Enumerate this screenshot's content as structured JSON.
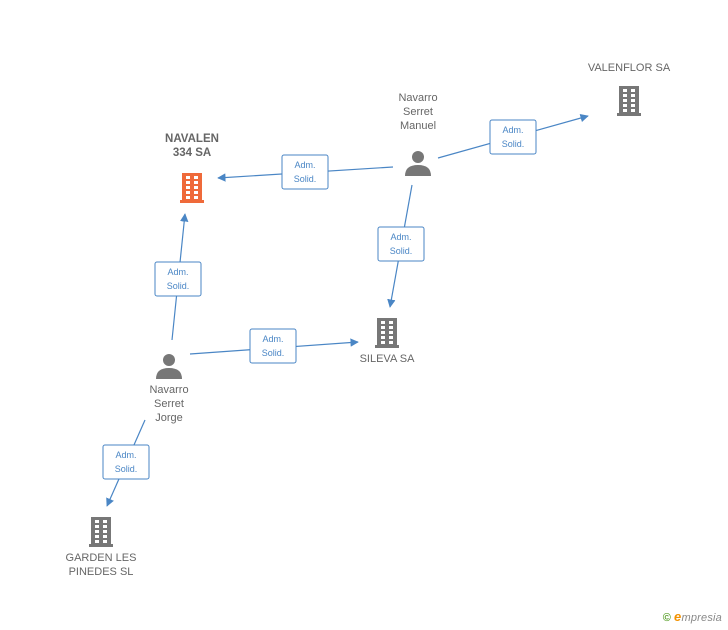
{
  "colors": {
    "focus": "#ef6a3a",
    "company": "#777777",
    "person": "#777777",
    "edge": "#4a86c5"
  },
  "nodes": [
    {
      "id": "navalen",
      "type": "company",
      "focus": true,
      "lines": [
        "NAVALEN",
        "334 SA"
      ]
    },
    {
      "id": "valenflor",
      "type": "company",
      "focus": false,
      "lines": [
        "VALENFLOR SA"
      ]
    },
    {
      "id": "manuel",
      "type": "person",
      "focus": false,
      "lines": [
        "Navarro",
        "Serret",
        "Manuel"
      ]
    },
    {
      "id": "sileva",
      "type": "company",
      "focus": false,
      "lines": [
        "SILEVA SA"
      ]
    },
    {
      "id": "jorge",
      "type": "person",
      "focus": false,
      "lines": [
        "Navarro",
        "Serret",
        "Jorge"
      ]
    },
    {
      "id": "garden",
      "type": "company",
      "focus": false,
      "lines": [
        "GARDEN LES",
        "PINEDES SL"
      ]
    }
  ],
  "edges": [
    {
      "from": "manuel",
      "to": "navalen",
      "label": [
        "Adm.",
        "Solid."
      ]
    },
    {
      "from": "manuel",
      "to": "valenflor",
      "label": [
        "Adm.",
        "Solid."
      ]
    },
    {
      "from": "manuel",
      "to": "sileva",
      "label": [
        "Adm.",
        "Solid."
      ]
    },
    {
      "from": "jorge",
      "to": "navalen",
      "label": [
        "Adm.",
        "Solid."
      ]
    },
    {
      "from": "jorge",
      "to": "sileva",
      "label": [
        "Adm.",
        "Solid."
      ]
    },
    {
      "from": "jorge",
      "to": "garden",
      "label": [
        "Adm.",
        "Solid."
      ]
    }
  ],
  "footer": {
    "copyright_symbol": "©",
    "brand_initial": "e",
    "brand_rest": "mpresia"
  }
}
